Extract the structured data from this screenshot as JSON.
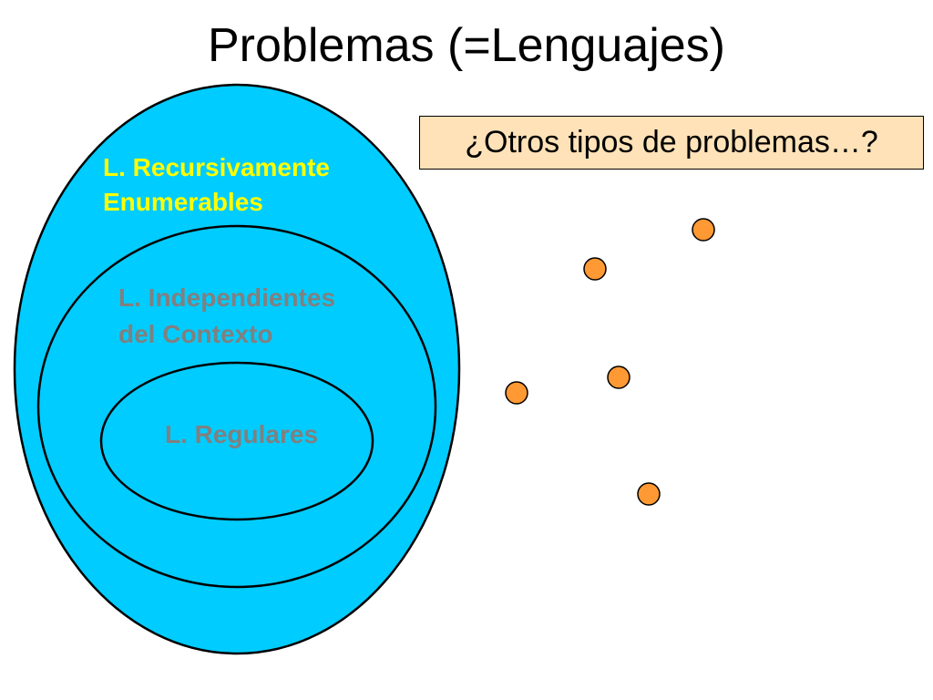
{
  "slide": {
    "title": "Problemas (=Lenguajes)",
    "callout": "¿Otros tipos de problemas…?"
  },
  "sets": {
    "recursively_enumerable": {
      "line1": "L. Recursivamente",
      "line2": "Enumerables"
    },
    "context_free": {
      "line1": "L. Independientes",
      "line2": "del Contexto"
    },
    "regular": {
      "label": "L. Regulares"
    }
  },
  "colors": {
    "set_fill": "#00ccff",
    "re_label": "#ffff00",
    "inner_label": "#808080",
    "dot_fill": "#ff9933",
    "callout_fill": "#ffe2b8",
    "outline": "#000000"
  },
  "other_problems_count": 5
}
